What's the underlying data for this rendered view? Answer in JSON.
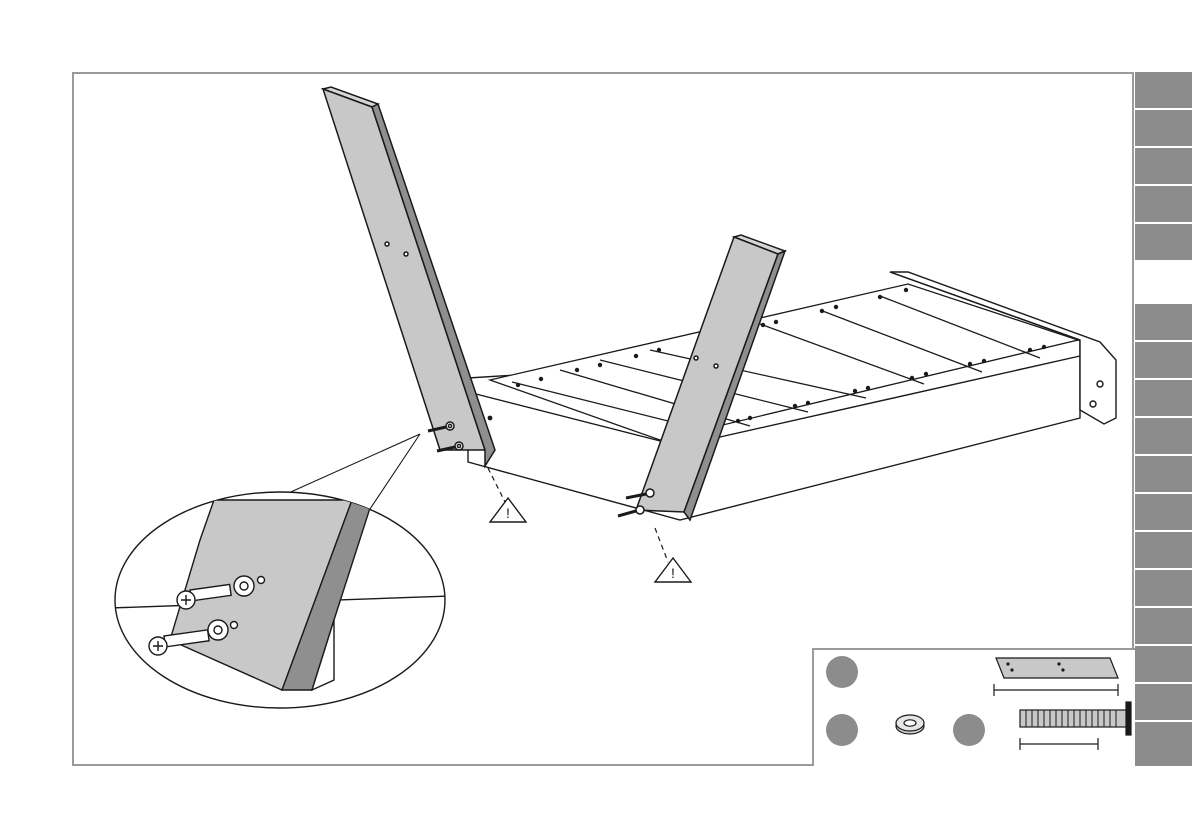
{
  "colors": {
    "frame_border": "#9a9a9a",
    "tab_inactive": "#8c8c8c",
    "tab_active": "#ffffff",
    "wood_gray": "#c8c8c8",
    "wood_dark": "#8f8f8f",
    "line": "#1a1a1a"
  },
  "sidebar": {
    "tab_count": 18,
    "active_tab_index": 5
  },
  "warnings": [
    {
      "icon": "warning-triangle-icon",
      "glyph": "!"
    },
    {
      "icon": "warning-triangle-icon",
      "glyph": "!"
    }
  ],
  "parts_box": {
    "items": [
      {
        "icon": "part-badge-icon",
        "part": "wooden-board"
      },
      {
        "icon": "part-badge-icon",
        "part": "washer"
      },
      {
        "icon": "part-badge-icon",
        "part": "bolt"
      }
    ]
  }
}
